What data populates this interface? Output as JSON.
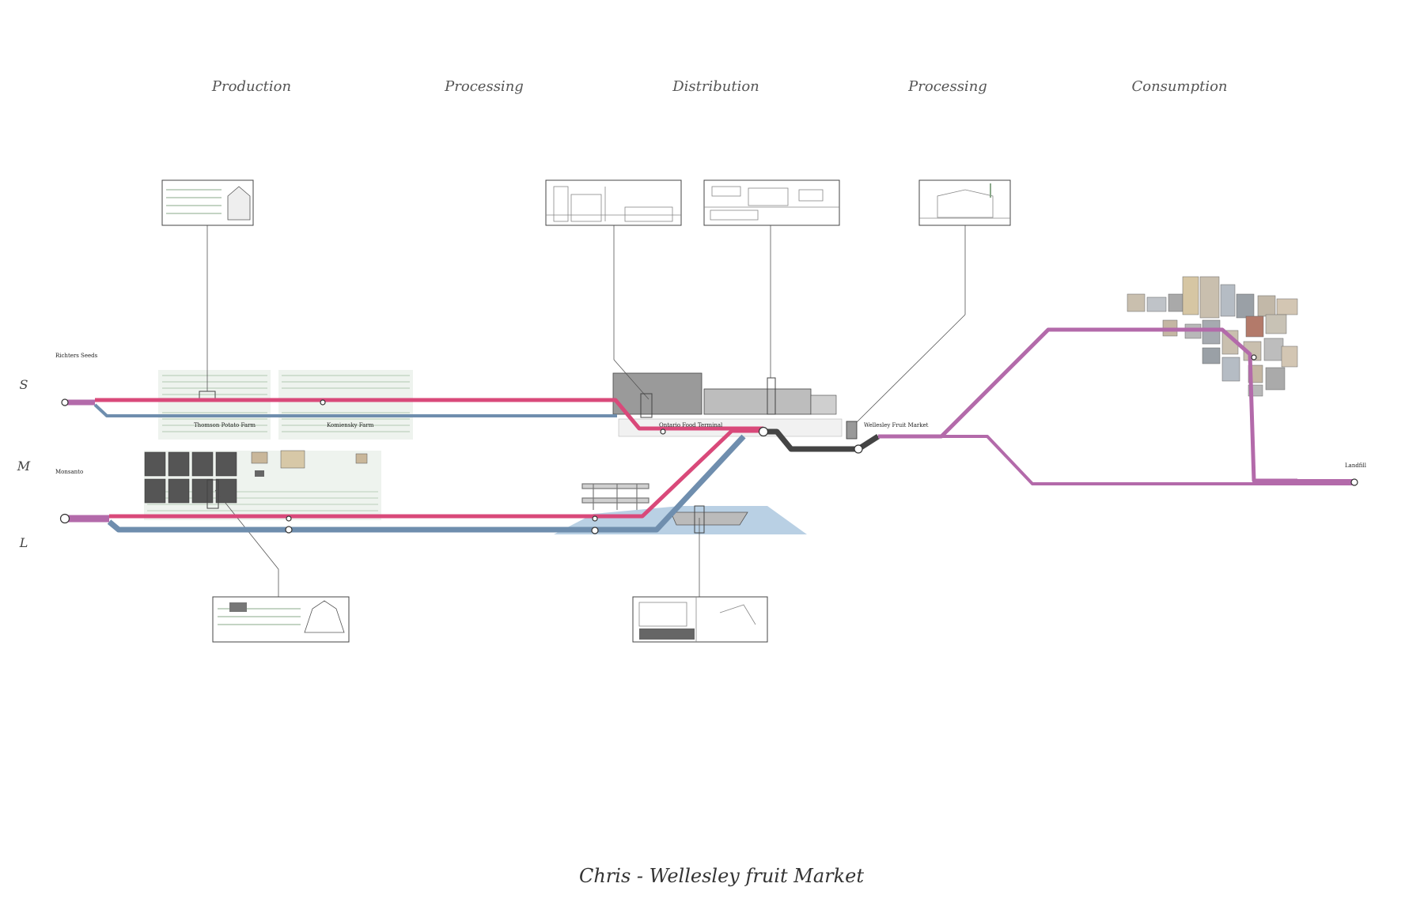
{
  "stages": [
    "Production",
    "Processing",
    "Distribution",
    "Processing",
    "Consumption"
  ],
  "scales": [
    "S",
    "M",
    "L"
  ],
  "places": {
    "richters_seeds": "Richters Seeds",
    "monsanto": "Monsanto",
    "thomson_farm": "Thomson Potato Farm",
    "komiensky_farm": "Komiensky Farm",
    "ontario_terminal": "Ontario Food Terminal",
    "wellesley_market": "Wellesley Fruit Market",
    "landfill": "Landfill"
  },
  "title": "Chris - Wellesley fruit Market",
  "colors": {
    "small_route": "#d9497a",
    "medium_route": "#6f8eae",
    "consumption_route": "#b36aaa",
    "distribution_link": "#444444",
    "water": "#9bbcd8",
    "field_green": "#9ab89a",
    "building_grey": "#9a9a9a"
  }
}
